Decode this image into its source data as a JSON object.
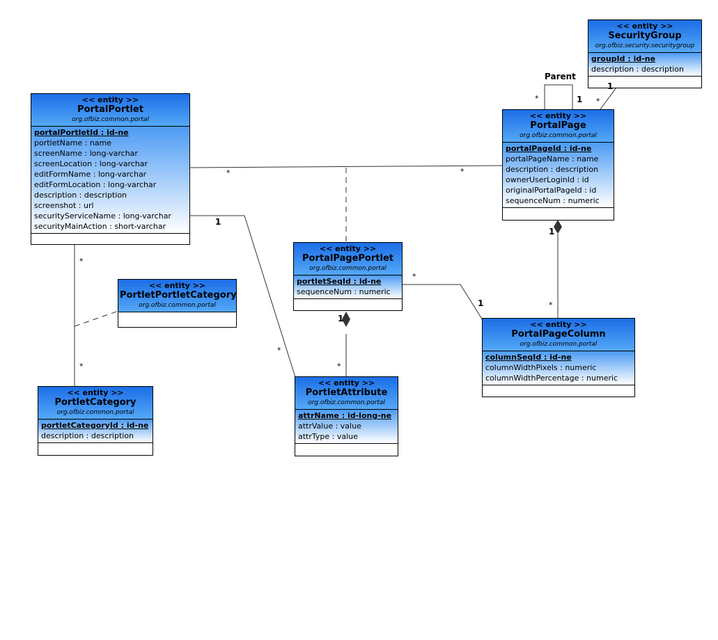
{
  "entities": {
    "portal_portlet": {
      "stereotype": "<< entity >>",
      "name": "PortalPortlet",
      "package": "org.ofbiz.common.portal",
      "pk": "portalPortletId : id-ne",
      "attrs": [
        "portletName : name",
        "screenName : long-varchar",
        "screenLocation : long-varchar",
        "editFormName : long-varchar",
        "editFormLocation : long-varchar",
        "description : description",
        "screenshot : url",
        "securityServiceName : long-varchar",
        "securityMainAction : short-varchar"
      ]
    },
    "security_group": {
      "stereotype": "<< entity >>",
      "name": "SecurityGroup",
      "package": "org.ofbiz.security.securitygroup",
      "pk": "groupId : id-ne",
      "attrs": [
        "description : description"
      ]
    },
    "portal_page": {
      "stereotype": "<< entity >>",
      "name": "PortalPage",
      "package": "org.ofbiz.common.portal",
      "pk": "portalPageId : id-ne",
      "attrs": [
        "portalPageName : name",
        "description : description",
        "ownerUserLoginId : id",
        "originalPortalPageId : id",
        "sequenceNum : numeric"
      ]
    },
    "portal_page_portlet": {
      "stereotype": "<< entity >>",
      "name": "PortalPagePortlet",
      "package": "org.ofbiz.common.portal",
      "pk": "portletSeqId : id-ne",
      "attrs": [
        "sequenceNum : numeric"
      ]
    },
    "portlet_portlet_category": {
      "stereotype": "<< entity >>",
      "name": "PortletPortletCategory",
      "package": "org.ofbiz.common.portal",
      "pk": "",
      "attrs": []
    },
    "portal_page_column": {
      "stereotype": "<< entity >>",
      "name": "PortalPageColumn",
      "package": "org.ofbiz.common.portal",
      "pk": "columnSeqId : id-ne",
      "attrs": [
        "columnWidthPixels : numeric",
        "columnWidthPercentage : numeric"
      ]
    },
    "portlet_category": {
      "stereotype": "<< entity >>",
      "name": "PortletCategory",
      "package": "org.ofbiz.common.portal",
      "pk": "portletCategoryId : id-ne",
      "attrs": [
        "description : description"
      ]
    },
    "portlet_attribute": {
      "stereotype": "<< entity >>",
      "name": "PortletAttribute",
      "package": "org.ofbiz.common.portal",
      "pk": "attrName : id-long-ne",
      "attrs": [
        "attrValue : value",
        "attrType : value"
      ]
    }
  },
  "labels": {
    "parent": "Parent",
    "sg_one": "1",
    "sg_many": "*",
    "parent_many": "*",
    "parent_one": "1",
    "pp_portal_many": "*",
    "pp_page_many": "*",
    "pp_attr_one": "1",
    "page_comp_one": "1",
    "cat_top_many": "*",
    "cat_bottom_many": "*",
    "attr_many": "*",
    "ppp_comp_one": "1",
    "attr_bottom_many": "*",
    "ppp_right_many": "*",
    "col_left_one": "1",
    "col_top_many": "*"
  }
}
